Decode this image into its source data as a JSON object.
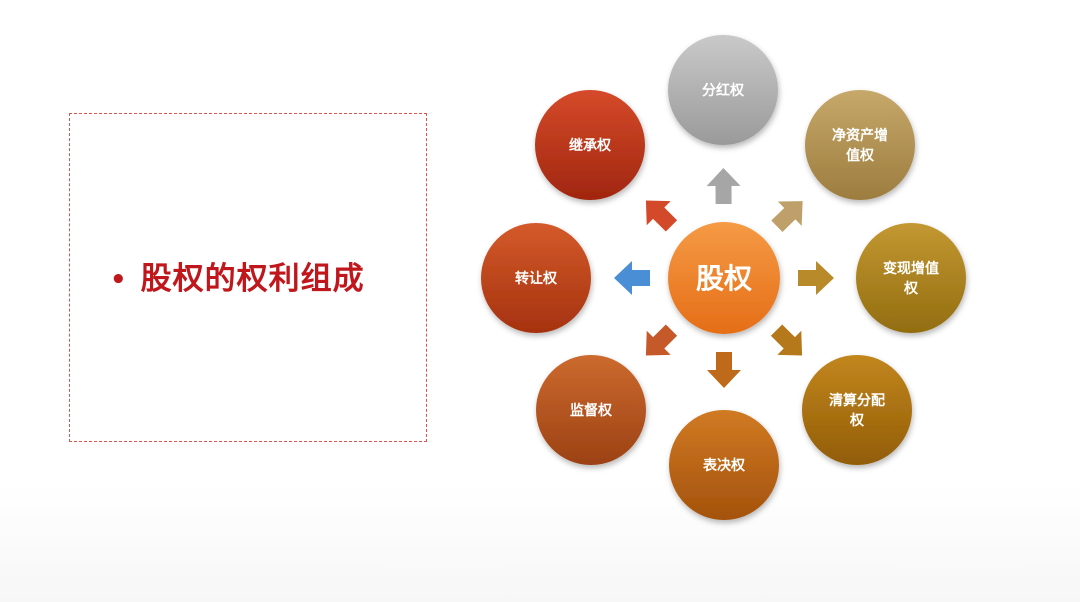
{
  "title_box": {
    "bullet": "•",
    "title": "股权的权利组成"
  },
  "diagram": {
    "center": {
      "label": "股权",
      "color": "#ef7d2a"
    },
    "nodes": [
      {
        "id": "dividend",
        "lines": [
          "分红权"
        ],
        "color_top": "#c9c9c9",
        "color_bottom": "#9a9a9a",
        "arrow_color": "#a6a6a6"
      },
      {
        "id": "net-asset",
        "lines": [
          "净资产增",
          "值权"
        ],
        "color_top": "#c6a86a",
        "color_bottom": "#9d7d3f",
        "arrow_color": "#bfa06a"
      },
      {
        "id": "realization",
        "lines": [
          "变现增值",
          "权"
        ],
        "color_top": "#c39832",
        "color_bottom": "#936d10",
        "arrow_color": "#b88a2a"
      },
      {
        "id": "liquidation",
        "lines": [
          "清算分配",
          "权"
        ],
        "color_top": "#c2861e",
        "color_bottom": "#925d06",
        "arrow_color": "#b5791c"
      },
      {
        "id": "voting",
        "lines": [
          "表决权"
        ],
        "color_top": "#d07a23",
        "color_bottom": "#a4520d",
        "arrow_color": "#bf6a1a"
      },
      {
        "id": "supervision",
        "lines": [
          "监督权"
        ],
        "color_top": "#cc6a2e",
        "color_bottom": "#9c4114",
        "arrow_color": "#c5592a"
      },
      {
        "id": "transfer",
        "lines": [
          "转让权"
        ],
        "color_top": "#d45a2a",
        "color_bottom": "#a5320f",
        "arrow_color": "#4a8fd6"
      },
      {
        "id": "inheritance",
        "lines": [
          "继承权"
        ],
        "color_top": "#d54a2a",
        "color_bottom": "#a0260f",
        "arrow_color": "#d24a2a"
      }
    ]
  }
}
